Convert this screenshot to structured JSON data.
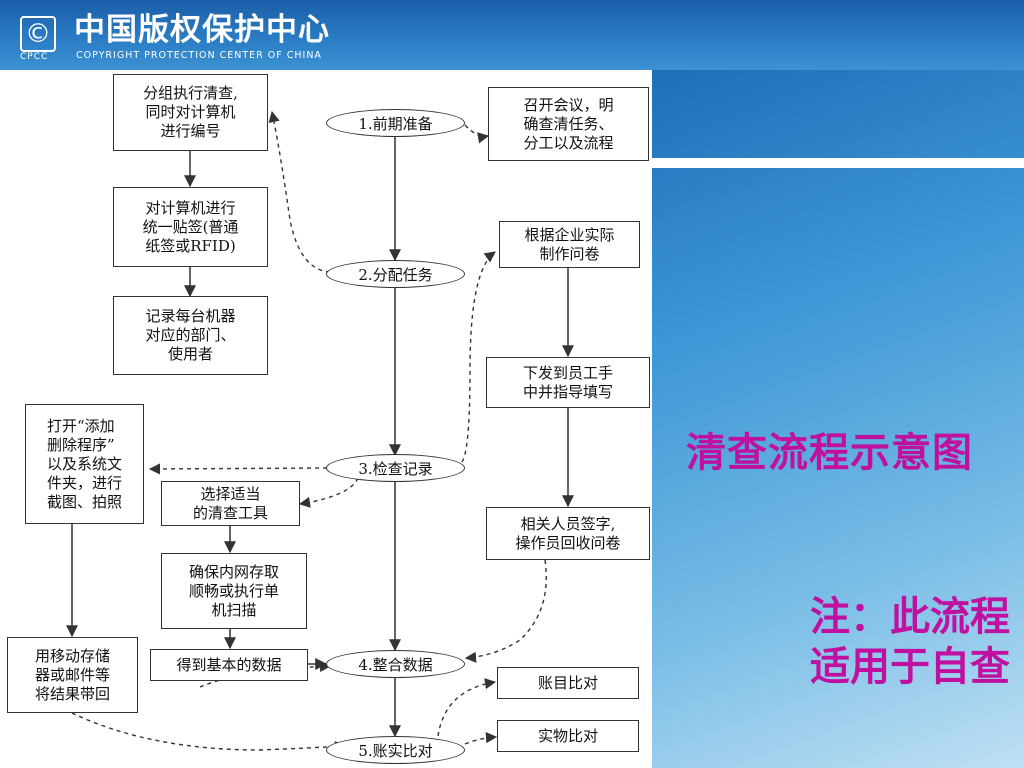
{
  "header": {
    "logo_symbol": "©",
    "logo_abbr": "CPCC",
    "title_zh": "中国版权保护中心",
    "title_en": "COPYRIGHT PROTECTION CENTER OF CHINA"
  },
  "slide": {
    "title": "清查流程示意图",
    "note_line1": "注：此流程",
    "note_line2": "适用于自查"
  },
  "diagram": {
    "steps": {
      "s1": "1.前期准备",
      "s2": "2.分配任务",
      "s3": "3.检查记录",
      "s4": "4.整合数据",
      "s5": "5.账实比对"
    },
    "boxes": {
      "group_exec": "分组执行清查,\n同时对计算机\n进行编号",
      "label_sticker": "对计算机进行\n统一贴签(普通\n纸签或RFID)",
      "record_dept": "记录每台机器\n对应的部门、\n使用者",
      "meeting": "召开会议，明\n确查清任务、\n分工以及流程",
      "questionnaire": "根据企业实际\n制作问卷",
      "distribute": "下发到员工手\n中并指导填写",
      "sign_collect": "相关人员签字,\n操作员回收问卷",
      "open_programs": "打开“添加\n删除程序”\n以及系统文\n件夹，进行\n截图、拍照",
      "choose_tool": "选择适当\n的清查工具",
      "ensure_network": "确保内网存取\n顺畅或执行单\n机扫描",
      "basic_data": "得到基本的数据",
      "mobile_storage": "用移动存储\n器或邮件等\n将结果带回",
      "account_compare": "账目比对",
      "physical_compare": "实物比对"
    }
  }
}
